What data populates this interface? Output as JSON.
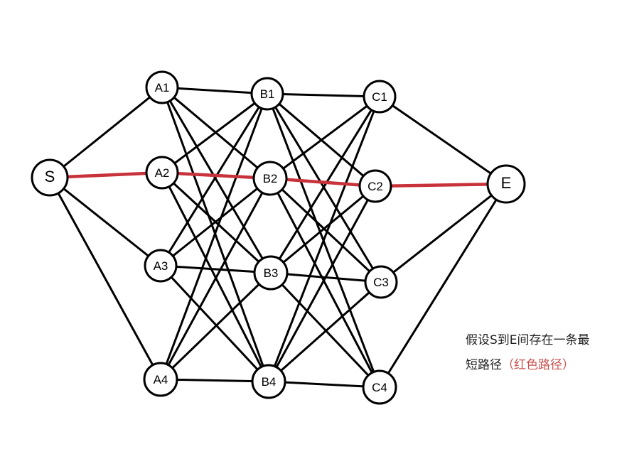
{
  "graph": {
    "nodes": [
      "S",
      "A1",
      "A2",
      "A3",
      "A4",
      "B1",
      "B2",
      "B3",
      "B4",
      "C1",
      "C2",
      "C3",
      "C4",
      "E"
    ],
    "layers": [
      [
        "S"
      ],
      [
        "A1",
        "A2",
        "A3",
        "A4"
      ],
      [
        "B1",
        "B2",
        "B3",
        "B4"
      ],
      [
        "C1",
        "C2",
        "C3",
        "C4"
      ],
      [
        "E"
      ]
    ],
    "shortest_path": [
      "S",
      "A2",
      "B2",
      "C2",
      "E"
    ],
    "edge_color": "#000000",
    "path_color": "#c8323a"
  },
  "note": {
    "text": "假设S到E间存在一条最短路径",
    "highlight": "（红色路径）",
    "highlight_color": "#c9514f"
  }
}
